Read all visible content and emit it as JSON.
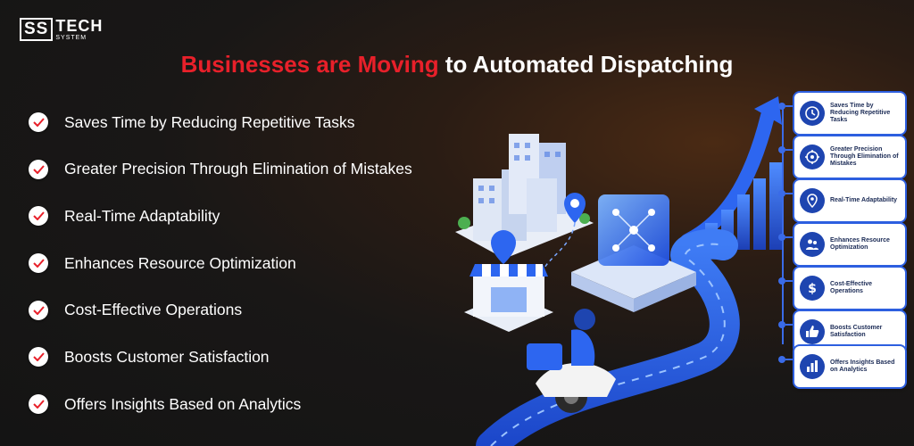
{
  "logo": {
    "mark": "SS",
    "tech": "TECH",
    "system": "SYSTEM"
  },
  "headline": {
    "highlight": "Businesses are Moving",
    "rest": " to Automated Dispatching"
  },
  "benefits": [
    "Saves Time by Reducing Repetitive Tasks",
    "Greater Precision Through Elimination of Mistakes",
    "Real-Time Adaptability",
    "Enhances Resource Optimization",
    "Cost-Effective Operations",
    "Boosts Customer Satisfaction",
    "Offers Insights Based on Analytics"
  ],
  "cards": [
    {
      "label": "Saves Time by Reducing Repetitive Tasks",
      "icon": "clock-icon"
    },
    {
      "label": "Greater Precision Through Elimination of Mistakes",
      "icon": "target-icon"
    },
    {
      "label": "Real-Time Adaptability",
      "icon": "location-pin-icon"
    },
    {
      "label": "Enhances Resource Optimization",
      "icon": "users-icon"
    },
    {
      "label": "Cost-Effective Operations",
      "icon": "dollar-icon"
    },
    {
      "label": "Boosts Customer Satisfaction",
      "icon": "thumbs-up-icon"
    },
    {
      "label": "Offers Insights Based on Analytics",
      "icon": "bar-chart-icon"
    }
  ],
  "colors": {
    "accent_red": "#e8202a",
    "accent_blue": "#2d5fe0",
    "icon_blue": "#1e45b0",
    "check_red": "#e8202a"
  }
}
